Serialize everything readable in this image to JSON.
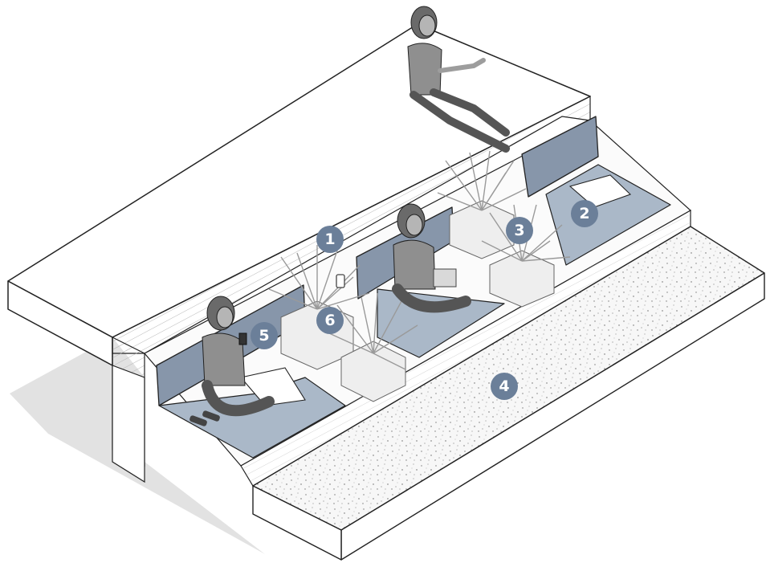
{
  "colors": {
    "marker": "#6b7f99",
    "cushion": "#aab8c8",
    "cushion_dark": "#8796aa",
    "gravel": "#f2f2f2",
    "outline": "#222222",
    "person": "#8f8f8f",
    "person_dark": "#555555",
    "planter": "#eeeeee"
  },
  "markers": [
    {
      "label": "1"
    },
    {
      "label": "2"
    },
    {
      "label": "3"
    },
    {
      "label": "4"
    },
    {
      "label": "5"
    },
    {
      "label": "6"
    }
  ]
}
